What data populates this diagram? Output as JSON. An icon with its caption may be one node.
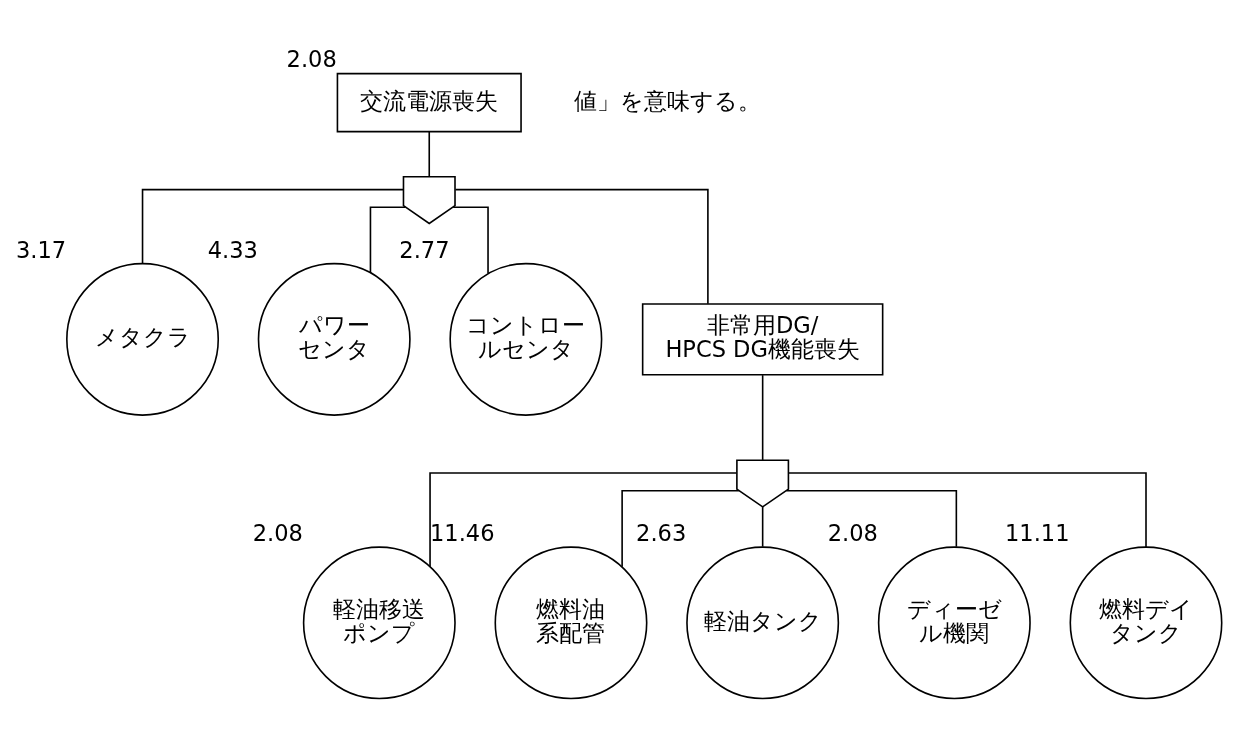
{
  "diagram": {
    "nodes": [
      {
        "text": [
          "交流電源喪失"
        ],
        "beside": [
          "2.08"
        ]
      },
      {
        "text": [],
        "shape": "gate"
      },
      {
        "text": [
          "メタクラ"
        ],
        "beside": [
          "3.17"
        ]
      },
      {
        "text": [
          "パワーセンタ"
        ],
        "beside": [
          "4.33"
        ]
      },
      {
        "text": [
          "コントロールセンタ"
        ],
        "beside": [
          "2.77"
        ]
      },
      {
        "text": [
          "非常用DG/HPCS DG機能喪失"
        ]
      },
      {
        "text": [],
        "shape": "gate"
      },
      {
        "text": [
          "軽油移送ポンプ"
        ],
        "beside": [
          "2.08"
        ]
      },
      {
        "text": [
          "燃料油系配管"
        ],
        "beside": [
          "11.46"
        ]
      },
      {
        "text": [
          "軽油タンク"
        ],
        "beside": [
          "2.63"
        ]
      },
      {
        "text": [
          "ディーゼル機関"
        ],
        "beside": [
          "2.08"
        ]
      },
      {
        "text": [
          "燃料デイタンク"
        ],
        "beside": [
          "11.11"
        ]
      }
    ],
    "edges": [
      {
        "from": 0,
        "to": 1,
        "arrow": "none"
      },
      {
        "from": 1,
        "to": 2,
        "arrow": "none"
      },
      {
        "from": 1,
        "to": 3,
        "arrow": "none"
      },
      {
        "from": 1,
        "to": 4,
        "arrow": "none"
      },
      {
        "from": 1,
        "to": 5,
        "arrow": "none"
      },
      {
        "from": 5,
        "to": 6,
        "arrow": "none"
      },
      {
        "from": 6,
        "to": 7,
        "arrow": "none"
      },
      {
        "from": 6,
        "to": 8,
        "arrow": "none"
      },
      {
        "from": 6,
        "to": 9,
        "arrow": "none"
      },
      {
        "from": 6,
        "to": 10,
        "arrow": "none"
      },
      {
        "from": 6,
        "to": 11,
        "arrow": "none"
      }
    ],
    "labels": [
      "値」を意味する。"
    ]
  }
}
